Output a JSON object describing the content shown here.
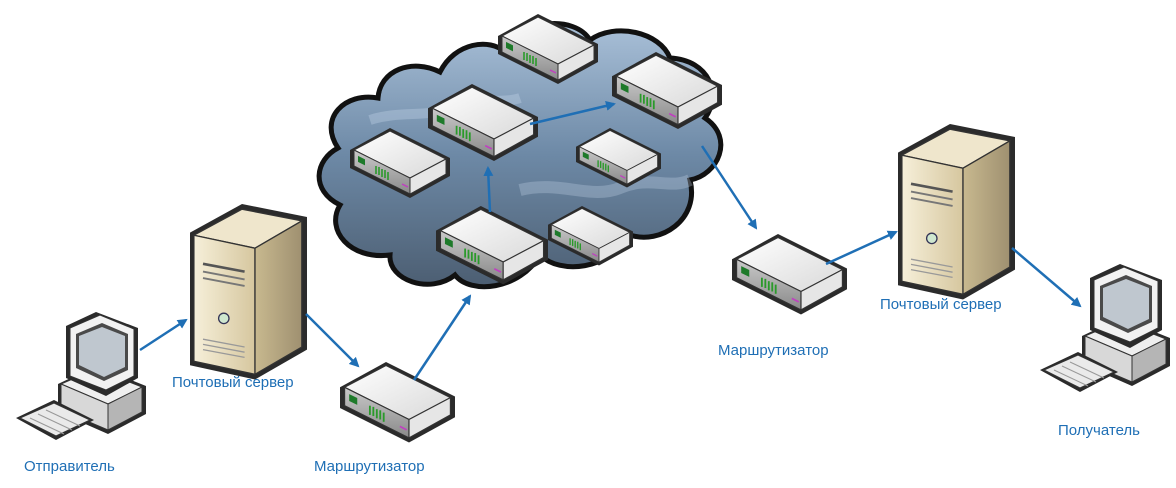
{
  "labels": {
    "sender": "Отправитель",
    "mail_server_left": "Почтовый сервер",
    "router_left": "Маршрутизатор",
    "router_right": "Маршрутизатор",
    "mail_server_right": "Почтовый сервер",
    "recipient": "Получатель"
  },
  "colors": {
    "arrow": "#1f6fb5",
    "label": "#1f6fb5",
    "cloud": "#6f8fb0",
    "server_body": "#e7dcc0",
    "router_led": "#2a9a2a"
  },
  "icons": {
    "computer": "desktop-computer-icon",
    "server": "mail-server-icon",
    "router": "router-icon",
    "cloud": "network-cloud-icon"
  }
}
